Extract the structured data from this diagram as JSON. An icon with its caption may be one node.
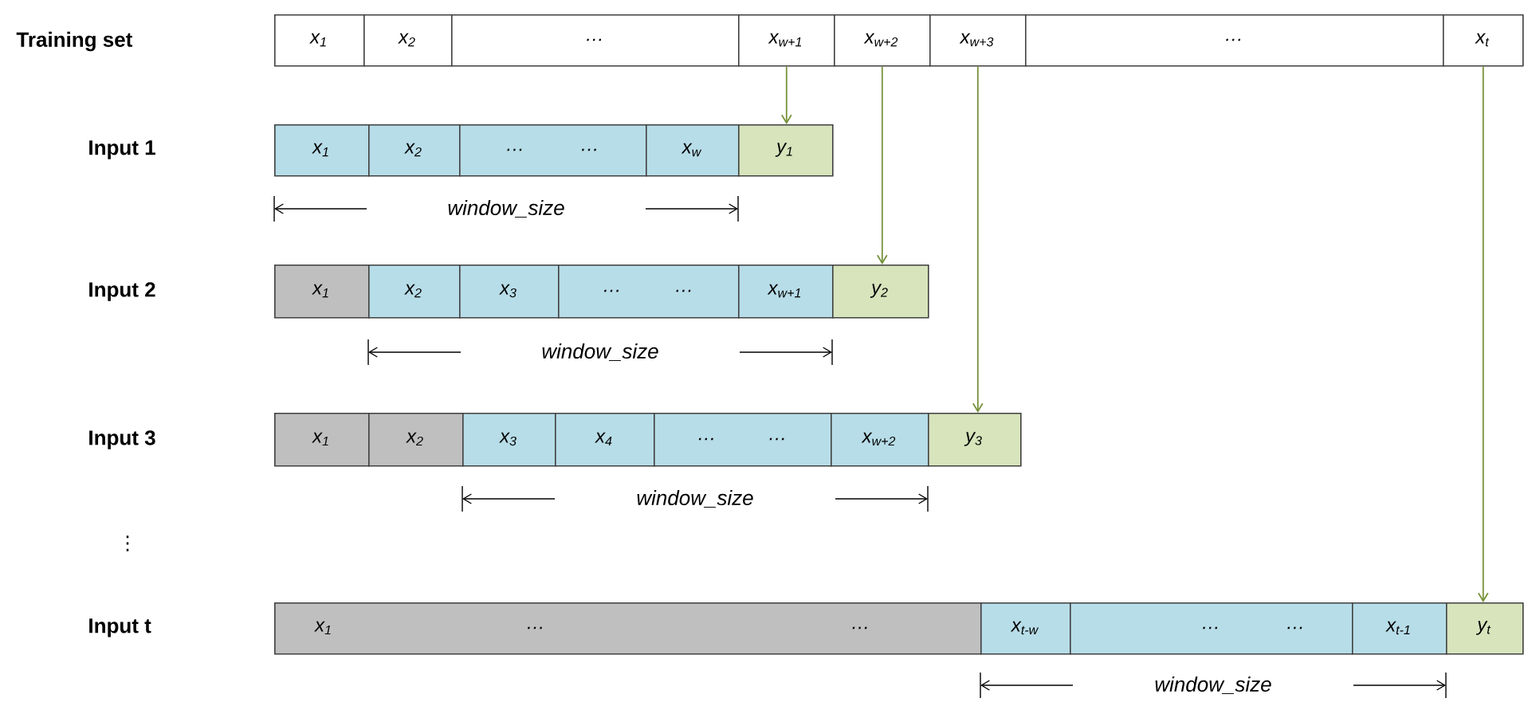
{
  "diagram": {
    "nodes": [
      {
        "text": [
          "x$_{1}$"
        ]
      },
      {
        "text": [
          "x$_{2}$"
        ]
      },
      {
        "text": [
          "…"
        ]
      },
      {
        "text": [
          "x$_{w+1}$"
        ]
      },
      {
        "text": [
          "x$_{w+2}$"
        ]
      },
      {
        "text": [
          "x$_{w+3}$"
        ]
      },
      {
        "text": [
          "…"
        ]
      },
      {
        "text": [
          "x$_{t}$"
        ]
      },
      {
        "text": [
          "x$_{1}$"
        ]
      },
      {
        "text": [
          "x$_{2}$"
        ]
      },
      {
        "text": [
          "…",
          "…"
        ]
      },
      {
        "text": [
          "x$_{w}$"
        ]
      },
      {
        "text": [
          "y$_{1}$"
        ]
      },
      {
        "text": [
          "x$_{1}$"
        ]
      },
      {
        "text": [
          "x$_{2}$"
        ]
      },
      {
        "text": [
          "x$_{3}$"
        ]
      },
      {
        "text": [
          "…",
          "…"
        ]
      },
      {
        "text": [
          "x$_{w+1}$"
        ]
      },
      {
        "text": [
          "y$_{2}$"
        ]
      },
      {
        "text": [
          "x$_{1}$"
        ]
      },
      {
        "text": [
          "x$_{2}$"
        ]
      },
      {
        "text": [
          "x$_{3}$"
        ]
      },
      {
        "text": [
          "x$_{4}$"
        ]
      },
      {
        "text": [
          "…",
          "…"
        ]
      },
      {
        "text": [
          "x$_{w+2}$"
        ]
      },
      {
        "text": [
          "y$_{3}$"
        ]
      },
      {
        "text": [
          "x$_{1}$",
          "…",
          "…"
        ]
      },
      {
        "text": [
          "x$_{t-w}$"
        ]
      },
      {
        "text": [
          "…",
          "…"
        ]
      },
      {
        "text": [
          "x$_{t-1}$"
        ]
      },
      {
        "text": [
          "y$_{t}$"
        ]
      }
    ],
    "edges": [
      {
        "from": 3,
        "to": 12,
        "arrow": "to"
      },
      {
        "from": 4,
        "to": 18,
        "arrow": "to"
      },
      {
        "from": 5,
        "to": 25,
        "arrow": "to"
      },
      {
        "from": 7,
        "to": 30,
        "arrow": "to"
      }
    ],
    "labels": [
      "Training set",
      "Input 1",
      "window_size",
      "Input 2",
      "window_size",
      "Input 3",
      "window_size",
      "⋮",
      "Input t",
      "window_size"
    ]
  }
}
